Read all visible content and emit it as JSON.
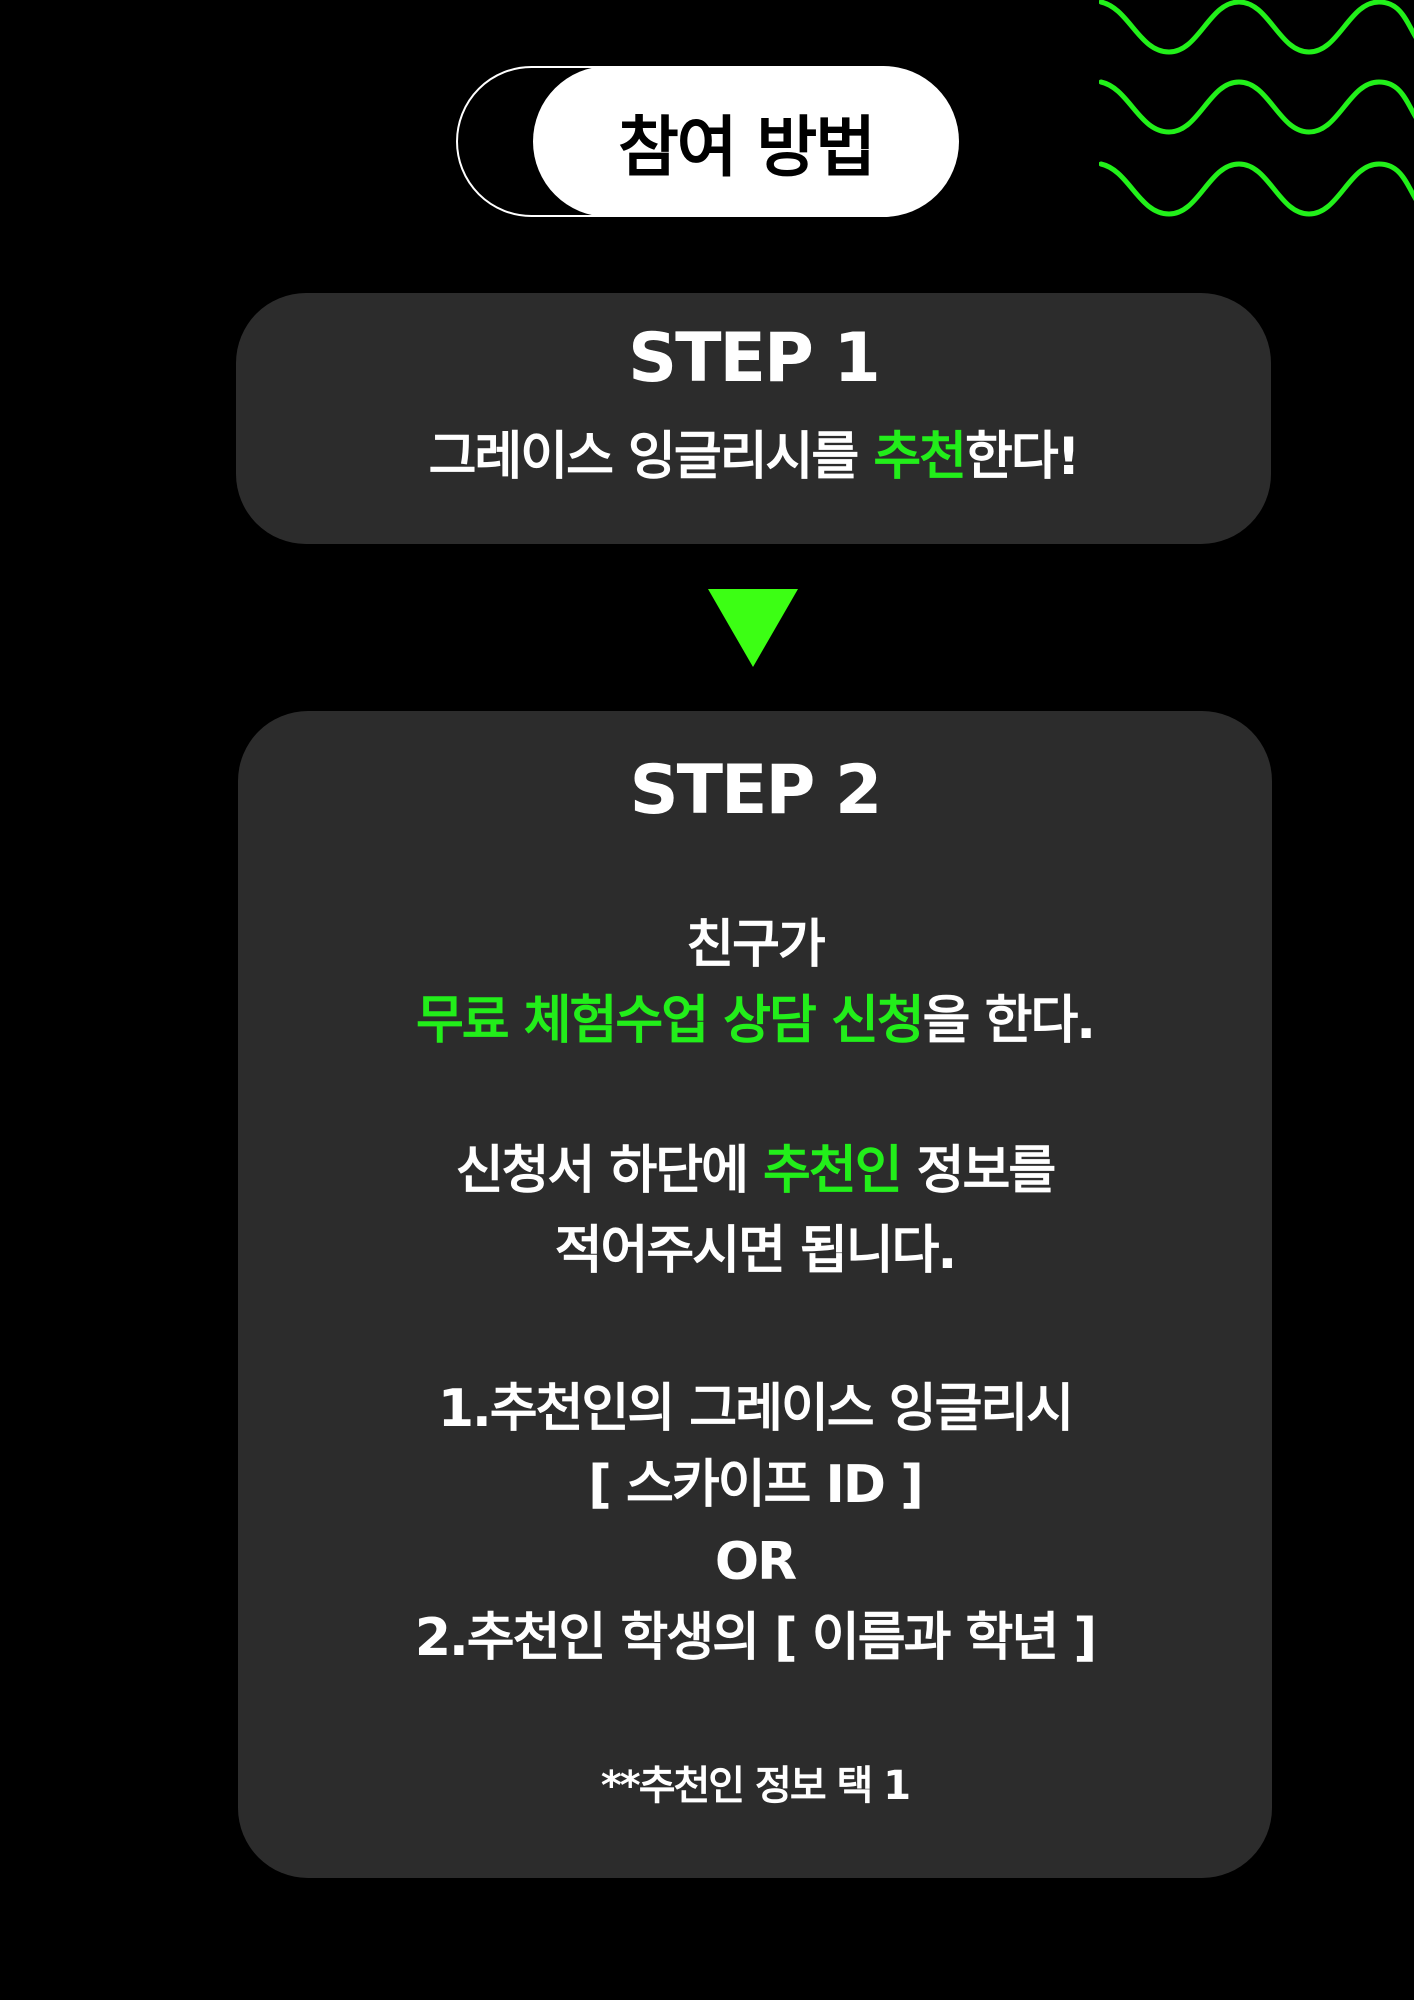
{
  "header": {
    "title": "참여 방법"
  },
  "colors": {
    "accent": "#22ee1a",
    "box": "#2c2c2c",
    "background": "#000000"
  },
  "step1": {
    "label": "STEP 1",
    "text_pre": "그레이스 잉글리시를 ",
    "text_highlight": "추천",
    "text_post": "한다!"
  },
  "step2": {
    "label": "STEP 2",
    "line1": "친구가",
    "line2_highlight": "무료 체험수업 상담 신청",
    "line2_post": "을 한다.",
    "line3_pre": "신청서 하단에 ",
    "line3_highlight": "추천인",
    "line3_post": " 정보를",
    "line4": "적어주시면 됩니다.",
    "option1": "1.추천인의 그레이스 잉글리시",
    "option1_detail": "[ 스카이프 ID ]",
    "or": "OR",
    "option2": "2.추천인 학생의 [ 이름과 학년 ]",
    "note": "**추천인 정보 택 1"
  }
}
